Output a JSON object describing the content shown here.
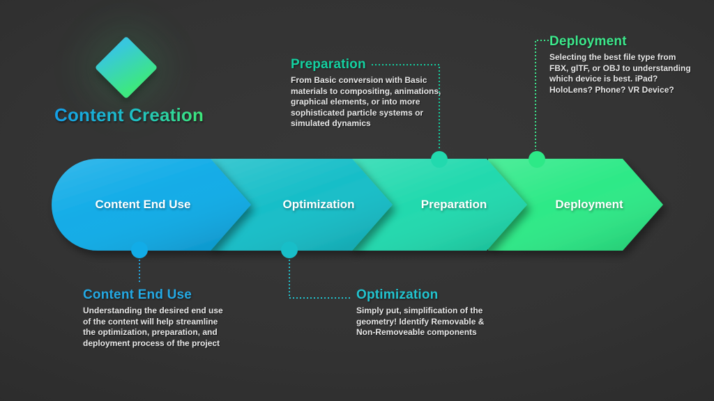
{
  "brand": {
    "title": "Content Creation",
    "logo_gradient": [
      "#38c7de",
      "#3de87f"
    ],
    "title_gradient": [
      "#149fe8",
      "#3ee879"
    ]
  },
  "pipeline": {
    "stages": [
      {
        "label": "Content End Use",
        "color": "#12ace7"
      },
      {
        "label": "Optimization",
        "color": "#18bec8"
      },
      {
        "label": "Preparation",
        "color": "#22d9ae"
      },
      {
        "label": "Deployment",
        "color": "#2de987"
      }
    ]
  },
  "callouts": [
    {
      "title": "Content End Use",
      "title_color": "#24a9e4",
      "body": "Understanding the desired end use\nof the content will help streamline\nthe optimization, preparation, and\ndeployment process of the project"
    },
    {
      "title": "Optimization",
      "title_color": "#22c3cf",
      "body": "Simply put, simplification of the\ngeometry! Identify Removable &\nNon-Removeable components"
    },
    {
      "title": "Preparation",
      "title_color": "#14d1a1",
      "body": "From Basic conversion with Basic\nmaterials to compositing, animations,\ngraphical elements, or into more\nsophisticated particle systems or\nsimulated dynamics"
    },
    {
      "title": "Deployment",
      "title_color": "#3ce98c",
      "body": "Selecting the best file type from\nFBX, glTF, or OBJ to understanding\nwhich device is best. iPad?\nHoloLens? Phone? VR Device?"
    }
  ],
  "text_color": "#e9e9e9",
  "background_color": "#333333"
}
